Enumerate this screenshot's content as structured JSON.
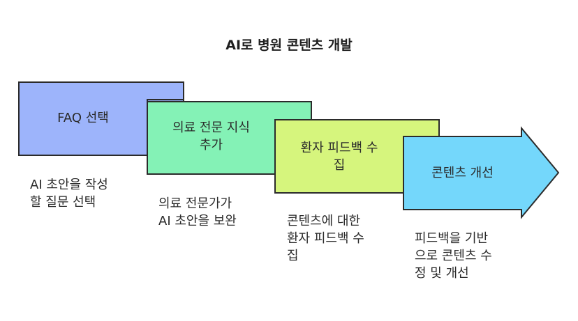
{
  "title": "AI로 병원 콘텐츠 개발",
  "steps": [
    {
      "label": [
        "FAQ 선택"
      ],
      "description": [
        "AI 초안을 작성",
        "할 질문 선택"
      ],
      "color": "#9db4fb"
    },
    {
      "label": [
        "의료 전문 지식",
        "추가"
      ],
      "description": [
        "의료 전문가가",
        "AI 초안을 보완"
      ],
      "color": "#84f2b6"
    },
    {
      "label": [
        "환자 피드백 수",
        "집"
      ],
      "description": [
        "콘텐츠에 대한",
        "환자 피드백 수",
        "집"
      ],
      "color": "#d6f57d"
    },
    {
      "label": [
        "콘텐츠 개선"
      ],
      "description": [
        "피드백을 기반",
        "으로 콘텐츠 수",
        "정 및 개선"
      ],
      "color": "#74d7fb"
    }
  ],
  "colors": {
    "stroke": "#2b2b2b",
    "text": "#2a2a2a"
  }
}
